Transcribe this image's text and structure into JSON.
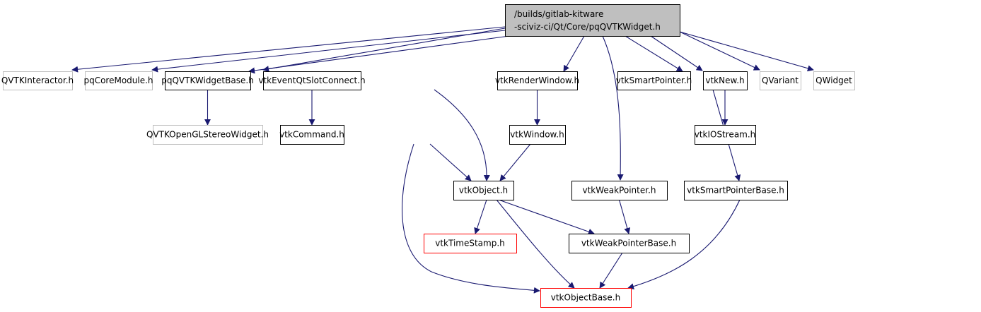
{
  "colors": {
    "edge": "#191970",
    "root_fill": "#bfbfbf",
    "missing_border": "#bfbfbf",
    "normal_border": "#000000",
    "error_border": "#ff0000"
  },
  "root": {
    "lines": [
      "/builds/gitlab-kitware",
      "-sciviz-ci/Qt/Core/pqQVTKWidget.h"
    ]
  },
  "nodes": [
    {
      "id": "QVTKInteractor",
      "label": "QVTKInteractor.h",
      "style": "missing"
    },
    {
      "id": "pqCoreModule",
      "label": "pqCoreModule.h",
      "style": "missing"
    },
    {
      "id": "pqQVTKWidgetBase",
      "label": "pqQVTKWidgetBase.h",
      "style": "normal"
    },
    {
      "id": "vtkEventQtSlotConnect",
      "label": "vtkEventQtSlotConnect.h",
      "style": "normal"
    },
    {
      "id": "vtkRenderWindow",
      "label": "vtkRenderWindow.h",
      "style": "normal"
    },
    {
      "id": "vtkSmartPointer",
      "label": "vtkSmartPointer.h",
      "style": "normal"
    },
    {
      "id": "vtkNew",
      "label": "vtkNew.h",
      "style": "normal"
    },
    {
      "id": "QVariant",
      "label": "QVariant",
      "style": "missing"
    },
    {
      "id": "QWidget",
      "label": "QWidget",
      "style": "missing"
    },
    {
      "id": "QVTKOpenGLStereoWidget",
      "label": "QVTKOpenGLStereoWidget.h",
      "style": "missing"
    },
    {
      "id": "vtkCommand",
      "label": "vtkCommand.h",
      "style": "normal"
    },
    {
      "id": "vtkWindow",
      "label": "vtkWindow.h",
      "style": "normal"
    },
    {
      "id": "vtkIOStream",
      "label": "vtkIOStream.h",
      "style": "normal"
    },
    {
      "id": "vtkObject",
      "label": "vtkObject.h",
      "style": "normal"
    },
    {
      "id": "vtkWeakPointer",
      "label": "vtkWeakPointer.h",
      "style": "normal"
    },
    {
      "id": "vtkSmartPointerBase",
      "label": "vtkSmartPointerBase.h",
      "style": "normal"
    },
    {
      "id": "vtkTimeStamp",
      "label": "vtkTimeStamp.h",
      "style": "error"
    },
    {
      "id": "vtkWeakPointerBase",
      "label": "vtkWeakPointerBase.h",
      "style": "normal"
    },
    {
      "id": "vtkObjectBase",
      "label": "vtkObjectBase.h",
      "style": "error"
    }
  ],
  "edges": [
    [
      "root",
      "QVTKInteractor"
    ],
    [
      "root",
      "pqCoreModule"
    ],
    [
      "root",
      "pqQVTKWidgetBase"
    ],
    [
      "root",
      "vtkEventQtSlotConnect"
    ],
    [
      "root",
      "vtkRenderWindow"
    ],
    [
      "root",
      "vtkWeakPointer"
    ],
    [
      "root",
      "vtkSmartPointer"
    ],
    [
      "root",
      "vtkNew"
    ],
    [
      "root",
      "QVariant"
    ],
    [
      "root",
      "QWidget"
    ],
    [
      "pqQVTKWidgetBase",
      "QVTKOpenGLStereoWidget"
    ],
    [
      "vtkEventQtSlotConnect",
      "vtkCommand"
    ],
    [
      "vtkEventQtSlotConnect",
      "vtkObject"
    ],
    [
      "vtkRenderWindow",
      "vtkWindow"
    ],
    [
      "vtkNew",
      "vtkIOStream"
    ],
    [
      "vtkSmartPointer",
      "vtkSmartPointerBase"
    ],
    [
      "vtkCommand",
      "vtkObject"
    ],
    [
      "vtkCommand",
      "vtkObjectBase"
    ],
    [
      "vtkWindow",
      "vtkObject"
    ],
    [
      "vtkObject",
      "vtkTimeStamp"
    ],
    [
      "vtkObject",
      "vtkWeakPointerBase"
    ],
    [
      "vtkObject",
      "vtkObjectBase"
    ],
    [
      "vtkWeakPointer",
      "vtkWeakPointerBase"
    ],
    [
      "vtkWeakPointerBase",
      "vtkObjectBase"
    ],
    [
      "vtkSmartPointerBase",
      "vtkObjectBase"
    ]
  ]
}
